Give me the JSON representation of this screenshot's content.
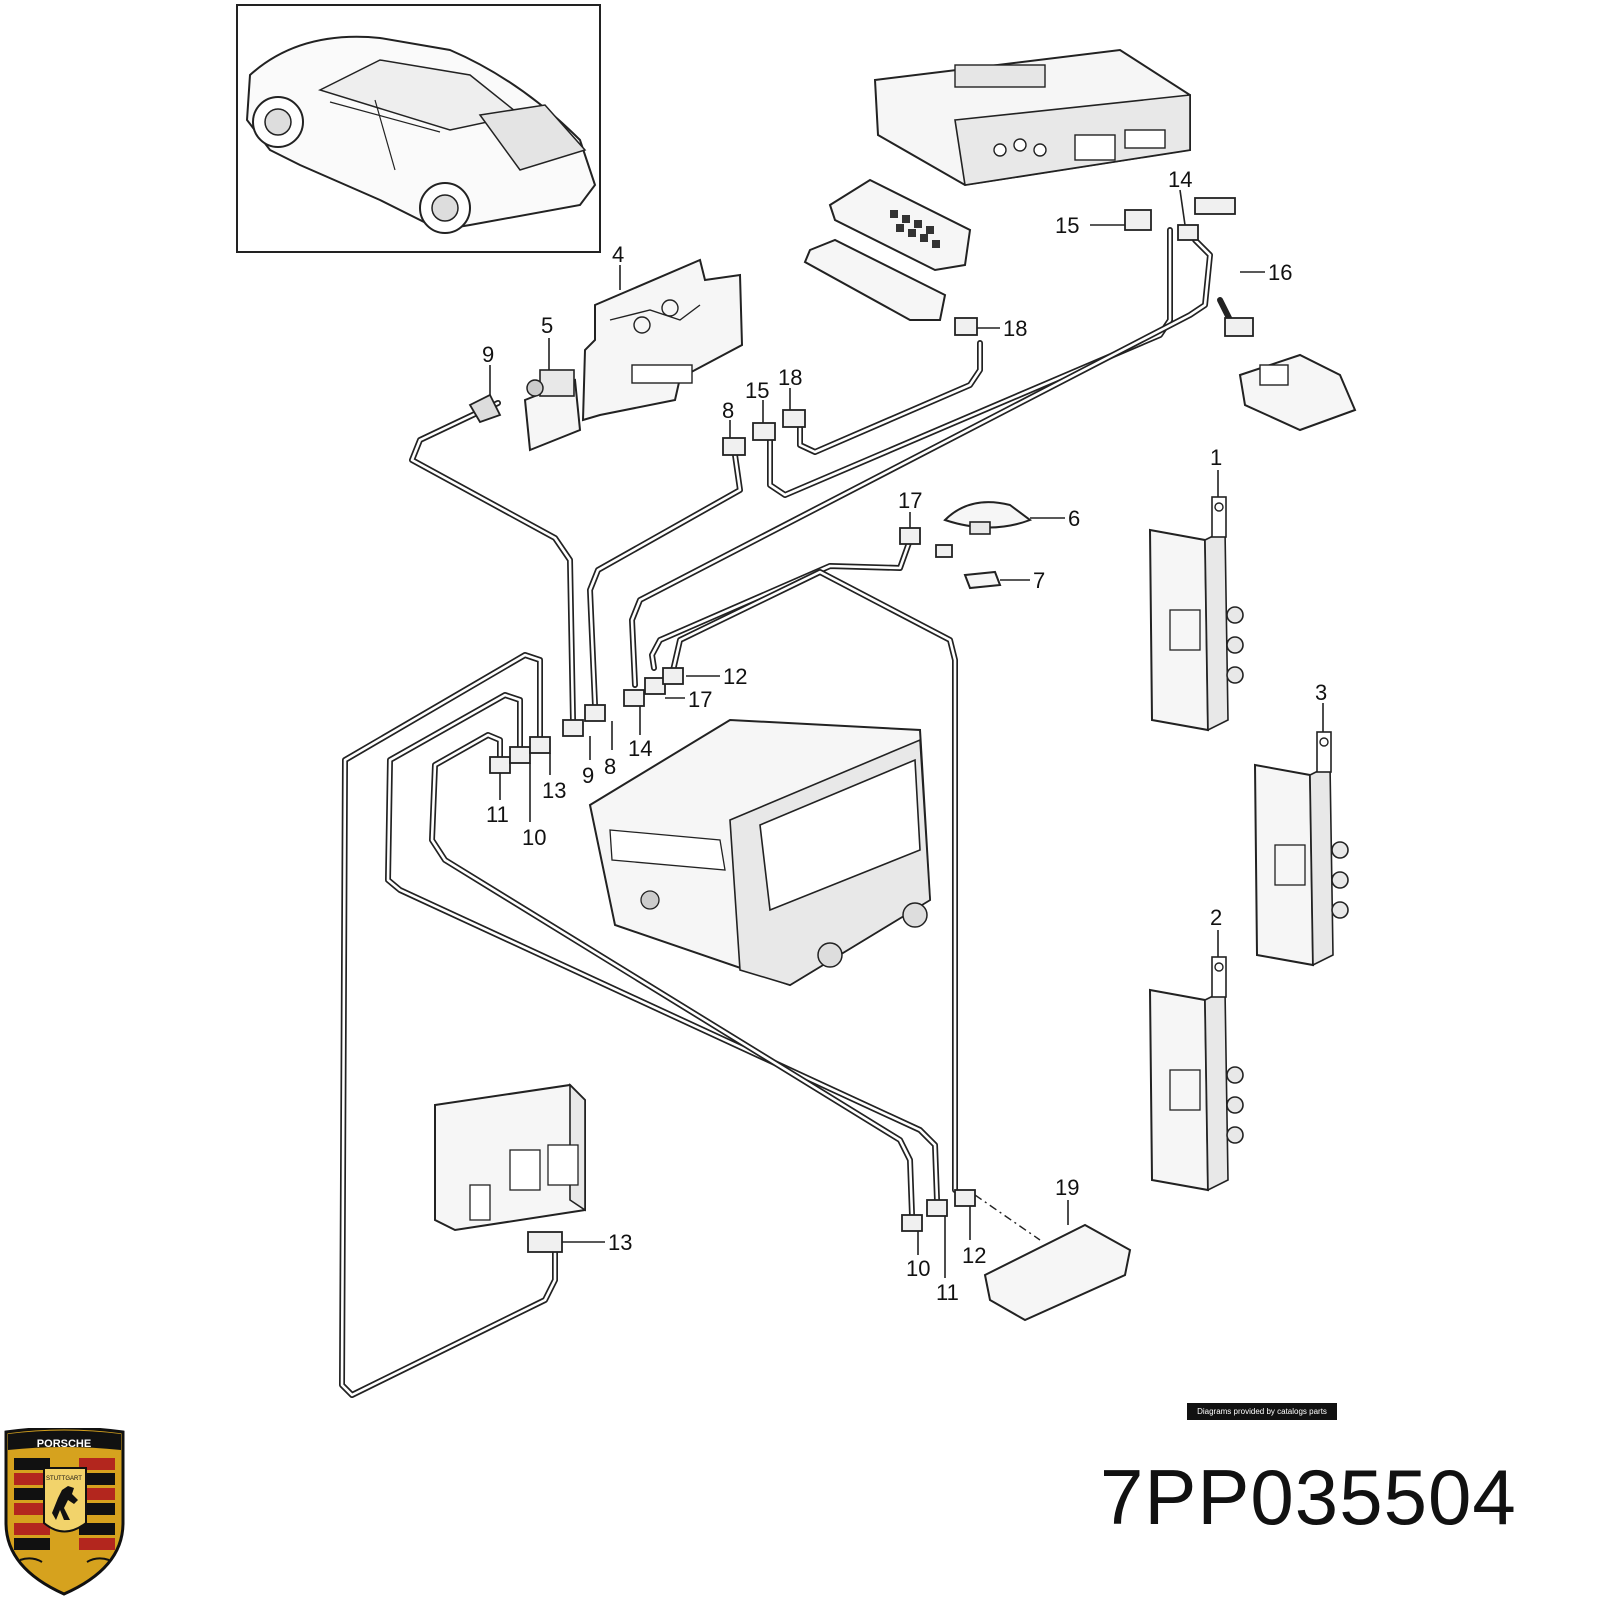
{
  "diagram": {
    "part_number": "7PP035504",
    "credit": "Diagrams provided by catalogs parts",
    "brand": {
      "logo_top_text": "PORSCHE",
      "logo_city_text": "STUTTGART",
      "colors": {
        "red": "#b3261e",
        "black": "#111111",
        "gold": "#d6a21e"
      }
    },
    "callouts": [
      {
        "id": "c1",
        "label": "1"
      },
      {
        "id": "c2",
        "label": "2"
      },
      {
        "id": "c3",
        "label": "3"
      },
      {
        "id": "c4",
        "label": "4"
      },
      {
        "id": "c5",
        "label": "5"
      },
      {
        "id": "c6",
        "label": "6"
      },
      {
        "id": "c7",
        "label": "7"
      },
      {
        "id": "c8a",
        "label": "8"
      },
      {
        "id": "c8b",
        "label": "8"
      },
      {
        "id": "c9a",
        "label": "9"
      },
      {
        "id": "c9b",
        "label": "9"
      },
      {
        "id": "c10a",
        "label": "10"
      },
      {
        "id": "c10b",
        "label": "10"
      },
      {
        "id": "c11a",
        "label": "11"
      },
      {
        "id": "c11b",
        "label": "11"
      },
      {
        "id": "c12a",
        "label": "12"
      },
      {
        "id": "c12b",
        "label": "12"
      },
      {
        "id": "c13a",
        "label": "13"
      },
      {
        "id": "c13b",
        "label": "13"
      },
      {
        "id": "c14a",
        "label": "14"
      },
      {
        "id": "c14b",
        "label": "14"
      },
      {
        "id": "c15a",
        "label": "15"
      },
      {
        "id": "c15b",
        "label": "15"
      },
      {
        "id": "c16",
        "label": "16"
      },
      {
        "id": "c17a",
        "label": "17"
      },
      {
        "id": "c17b",
        "label": "17"
      },
      {
        "id": "c18a",
        "label": "18"
      },
      {
        "id": "c18b",
        "label": "18"
      },
      {
        "id": "c19",
        "label": "19"
      }
    ]
  }
}
